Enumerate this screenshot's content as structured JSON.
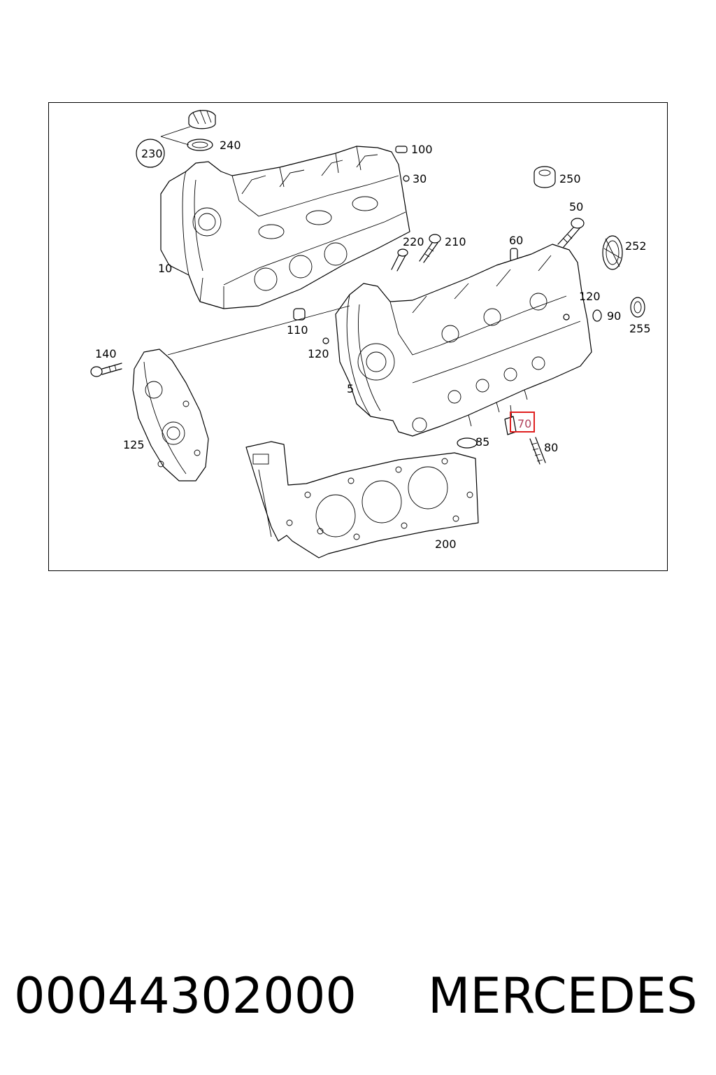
{
  "diagram": {
    "callouts": {
      "c230": "230",
      "c240": "240",
      "c100": "100",
      "c30": "30",
      "c250": "250",
      "c50": "50",
      "c252": "252",
      "c220": "220",
      "c210": "210",
      "c60": "60",
      "c10": "10",
      "c120a": "120",
      "c90": "90",
      "c255": "255",
      "c110": "110",
      "c120b": "120",
      "c140": "140",
      "c5": "5",
      "c70": "70",
      "c85": "85",
      "c80": "80",
      "c125": "125",
      "c200": "200"
    },
    "highlight_color": "#e02020",
    "highlighted_callout": "70"
  },
  "footer": {
    "part_number": "00044302000",
    "brand": "MERCEDES"
  }
}
